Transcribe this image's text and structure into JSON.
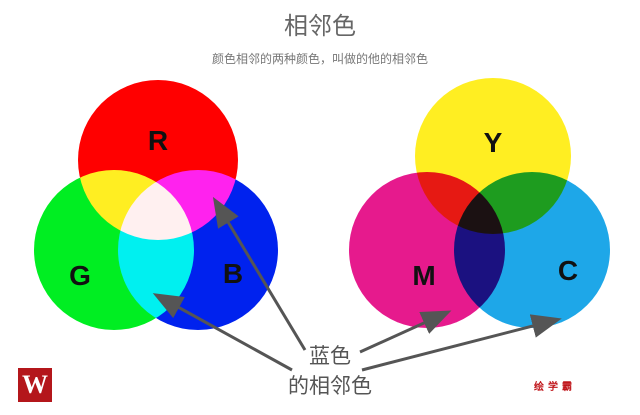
{
  "title": "相邻色",
  "subtitle": "颜色相邻的两种颜色，叫做的他的相邻色",
  "rgb": {
    "labels": {
      "r": "R",
      "g": "G",
      "b": "B"
    },
    "colors": {
      "r": "#ff0000",
      "g": "#00ee22",
      "b": "#0022ee"
    }
  },
  "cmy": {
    "labels": {
      "y": "Y",
      "m": "M",
      "c": "C"
    },
    "colors": {
      "y": "#ffee22",
      "m": "#e61a8d",
      "c": "#1ea7e8"
    }
  },
  "caption": {
    "line1": "蓝色",
    "line2": "的相邻色"
  },
  "footer": {
    "logo": "W",
    "brand": "绘学霸"
  }
}
